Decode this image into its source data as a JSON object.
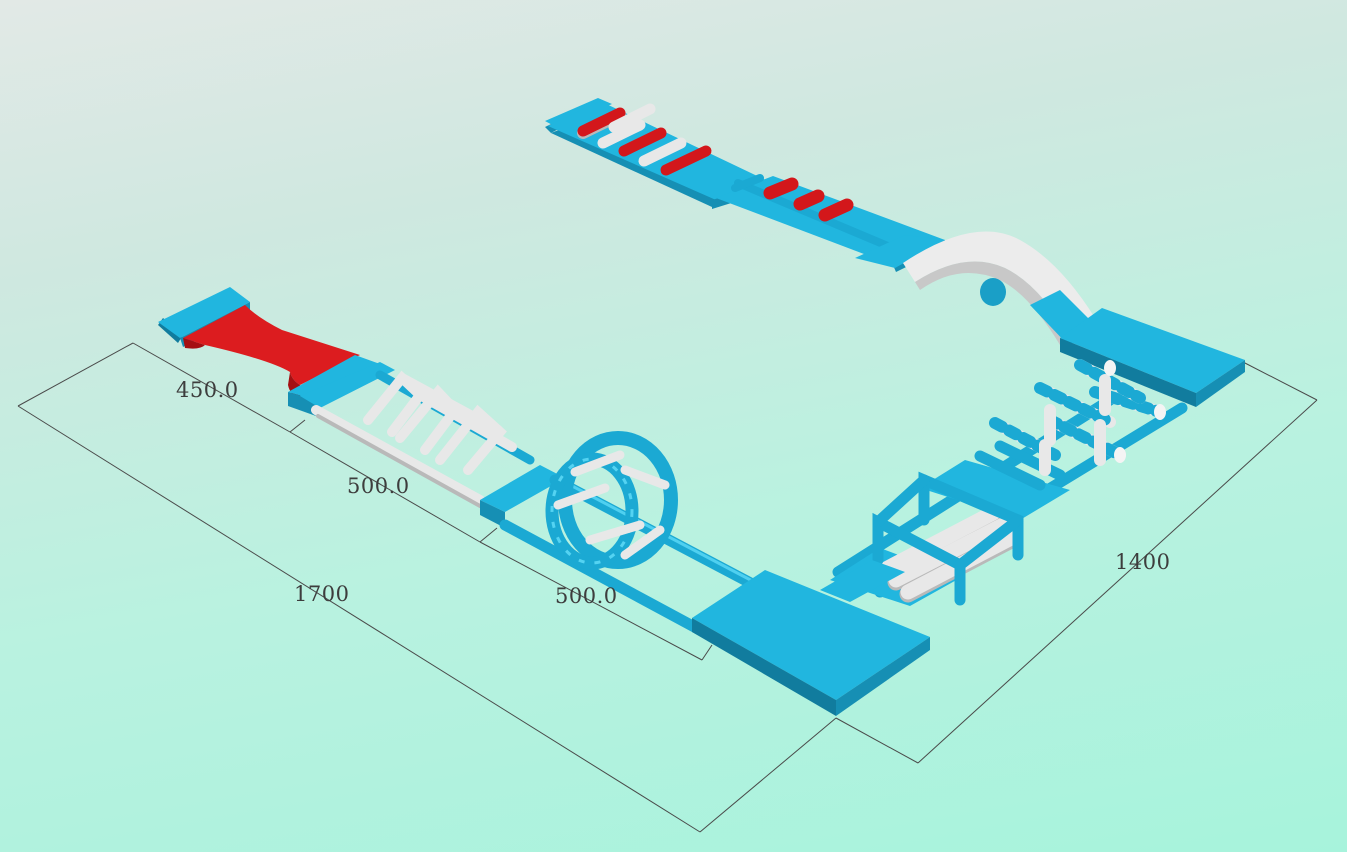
{
  "dimensions": {
    "top_start_segment": "450.0",
    "middle_segment": "500.0",
    "lower_segment": "500.0",
    "overall_length": "1700",
    "overall_width": "1400"
  },
  "colors": {
    "inflatable_blue": "#21b6df",
    "inflatable_white": "#e8e8e8",
    "inflatable_red": "#dc1c1f"
  }
}
